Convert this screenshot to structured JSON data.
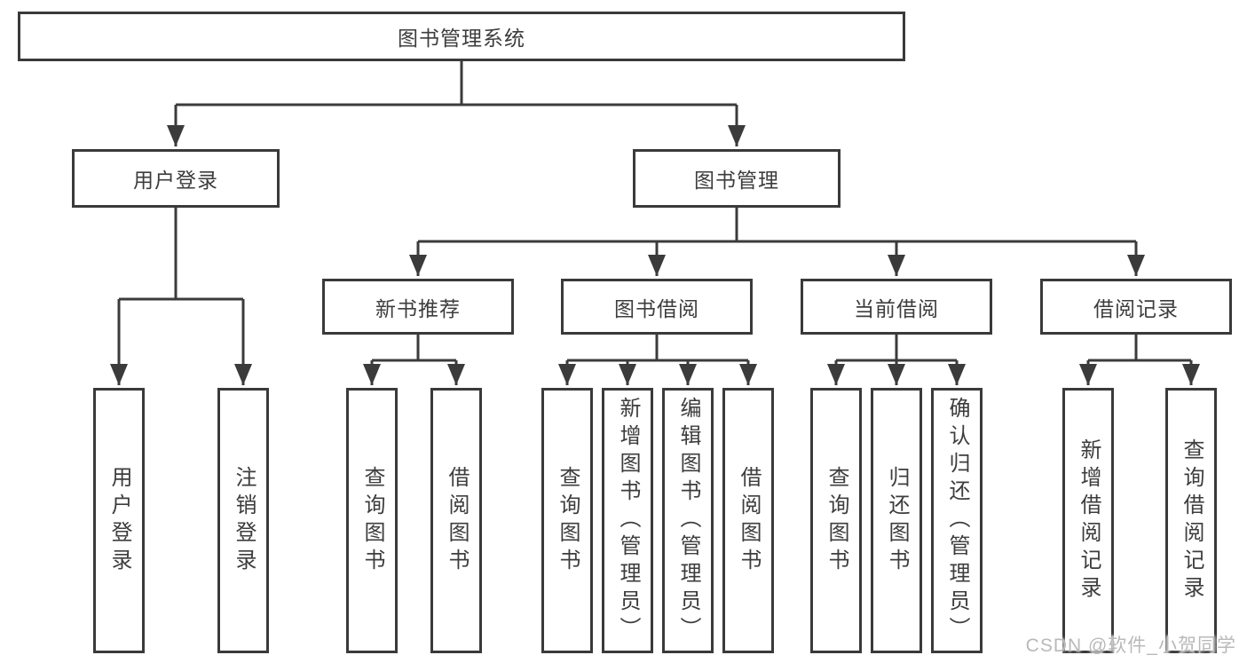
{
  "watermark": "CSDN @软件_小贺同学",
  "diagram_type": "hierarchy-tree",
  "colors": {
    "line": "#3b3b3b",
    "box_border": "#3a3a3a",
    "text": "#3d3d3d",
    "watermark": "#b9b9b9",
    "background": "#ffffff"
  },
  "tree": {
    "label": "图书管理系统",
    "children": [
      {
        "label": "用户登录",
        "children": [
          {
            "label": "用户登录"
          },
          {
            "label": "注销登录"
          }
        ]
      },
      {
        "label": "图书管理",
        "children": [
          {
            "label": "新书推荐",
            "children": [
              {
                "label": "查询图书"
              },
              {
                "label": "借阅图书"
              }
            ]
          },
          {
            "label": "图书借阅",
            "children": [
              {
                "label": "查询图书"
              },
              {
                "label": "新增图书（管理员）"
              },
              {
                "label": "编辑图书（管理员）"
              },
              {
                "label": "借阅图书"
              }
            ]
          },
          {
            "label": "当前借阅",
            "children": [
              {
                "label": "查询图书"
              },
              {
                "label": "归还图书"
              },
              {
                "label": "确认归还（管理员）"
              }
            ]
          },
          {
            "label": "借阅记录",
            "children": [
              {
                "label": "新增借阅记录"
              },
              {
                "label": "查询借阅记录"
              }
            ]
          }
        ]
      }
    ]
  }
}
